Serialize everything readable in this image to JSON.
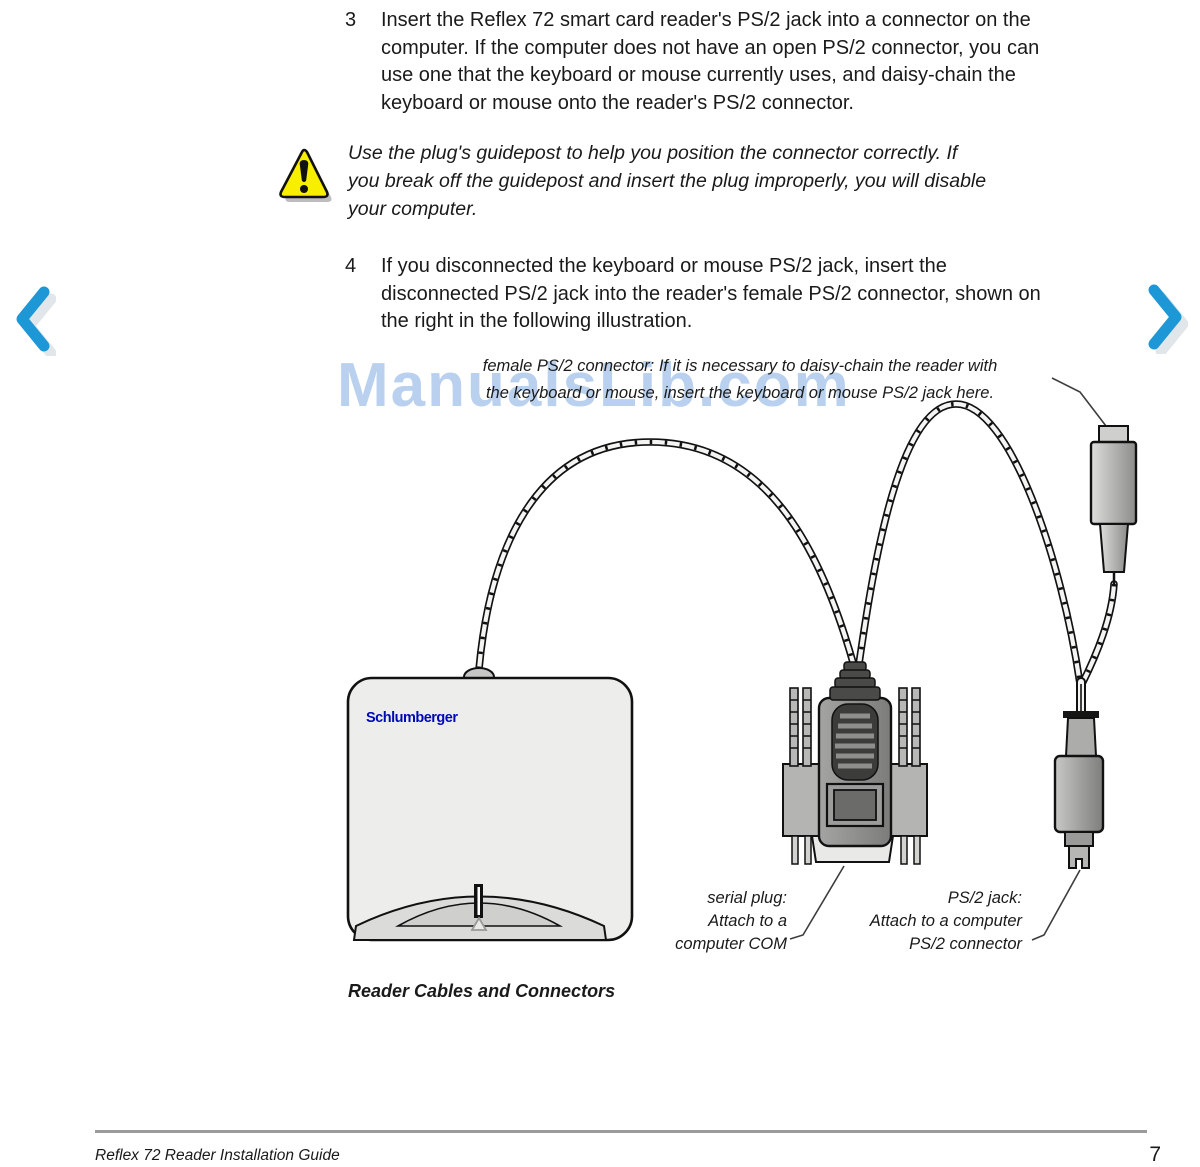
{
  "doc": {
    "step3": {
      "number": "3",
      "text": "Insert the Reflex 72 smart card reader's PS/2 jack into a connector on the computer. If the computer does not have an open PS/2 connector, you can use one that the keyboard or mouse currently uses, and daisy-chain the keyboard or mouse onto the reader's PS/2 connector."
    },
    "warning": {
      "text": "Use the plug's guidepost to help you position the connector correctly. If you break off the guidepost and insert the plug improperly, you will disable your computer."
    },
    "step4": {
      "number": "4",
      "text": "If you disconnected the keyboard or mouse PS/2 jack, insert the disconnected PS/2 jack into the reader's female PS/2 connector, shown on the right in the following illustration."
    }
  },
  "figure": {
    "annotation_line1": "female PS/2 connector: If it is necessary to daisy-chain the reader with",
    "annotation_line2": "the keyboard or mouse, insert the keyboard or mouse PS/2 jack here.",
    "serial_label_line1": "serial plug:",
    "serial_label_line2": "Attach to a",
    "serial_label_line3": "computer COM",
    "ps2_label_line1": "PS/2 jack:",
    "ps2_label_line2": "Attach to a computer",
    "ps2_label_line3": "PS/2 connector",
    "reader_logo": "Schlumberger",
    "caption": "Reader Cables and Connectors"
  },
  "watermark": {
    "text": "ManualsLib.com",
    "color": "#b9d0ee"
  },
  "footer": {
    "doc_title": "Reflex 72 Reader Installation Guide",
    "page_number": "7"
  },
  "colors": {
    "nav_arrow_blue": "#1e97d6",
    "warning_yellow": "#f8ee00",
    "logo_blue": "#0009b5",
    "text_black": "#1a1a1a"
  }
}
